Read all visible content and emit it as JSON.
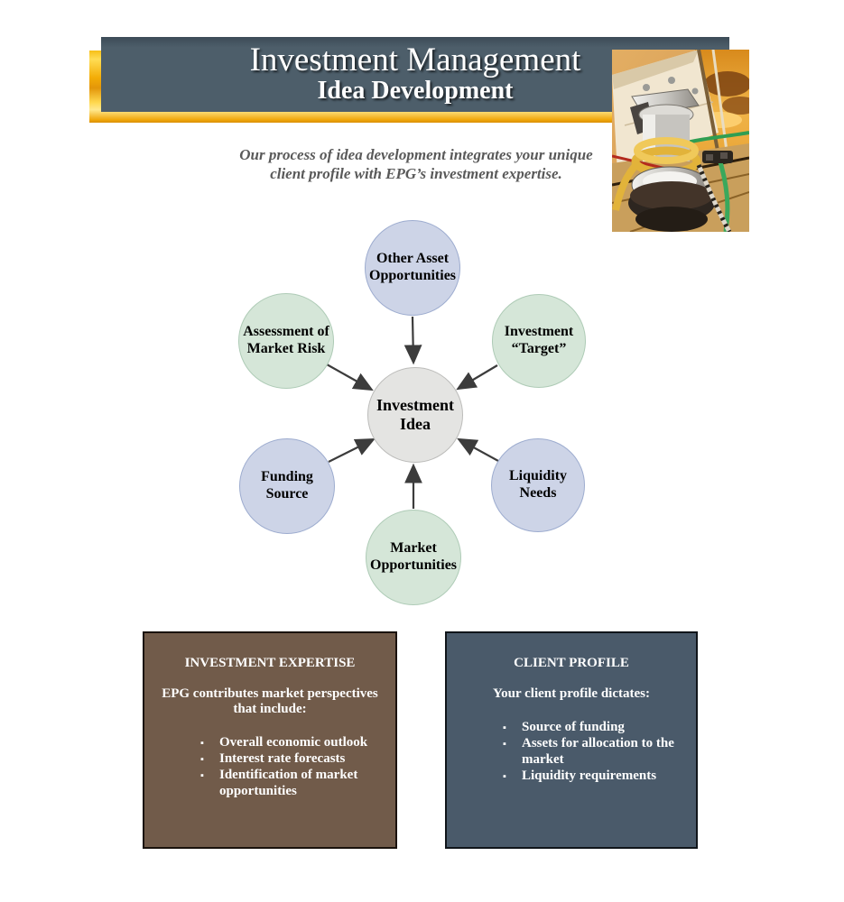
{
  "header": {
    "title": "Investment Management",
    "subtitle": "Idea Development"
  },
  "photo": {
    "label": "sailboat-winch-photo"
  },
  "intro": {
    "line1": "Our process of idea development integrates your unique",
    "line2": "client profile with EPG’s investment expertise."
  },
  "diagram": {
    "center": {
      "label": "Investment Idea"
    },
    "nodes": [
      {
        "label": "Other Asset Opportunities"
      },
      {
        "label": "Investment “Target”"
      },
      {
        "label": "Liquidity Needs"
      },
      {
        "label": "Market Opportunities"
      },
      {
        "label": "Funding Source"
      },
      {
        "label": "Assessment of Market Risk"
      }
    ]
  },
  "boxes": [
    {
      "title": "INVESTMENT EXPERTISE",
      "intro": "EPG contributes market perspectives that include:",
      "bullets": [
        "Overall economic outlook",
        "Interest rate forecasts",
        "Identification of market opportunities"
      ]
    },
    {
      "title": "CLIENT PROFILE",
      "intro": "Your client profile dictates:",
      "bullets": [
        "Source of funding",
        "Assets for allocation to the market",
        "Liquidity requirements"
      ]
    }
  ],
  "colors": {
    "banner": "#4d5e6a",
    "gold": "#f3ac06",
    "node_lavender": "#cdd4e7",
    "node_green": "#d5e6d8",
    "node_center": "#e4e4e2",
    "box_brown": "#715b4a",
    "box_slate": "#4a5a6a",
    "arrow": "#3c3c3c",
    "intro_text": "#595959"
  }
}
